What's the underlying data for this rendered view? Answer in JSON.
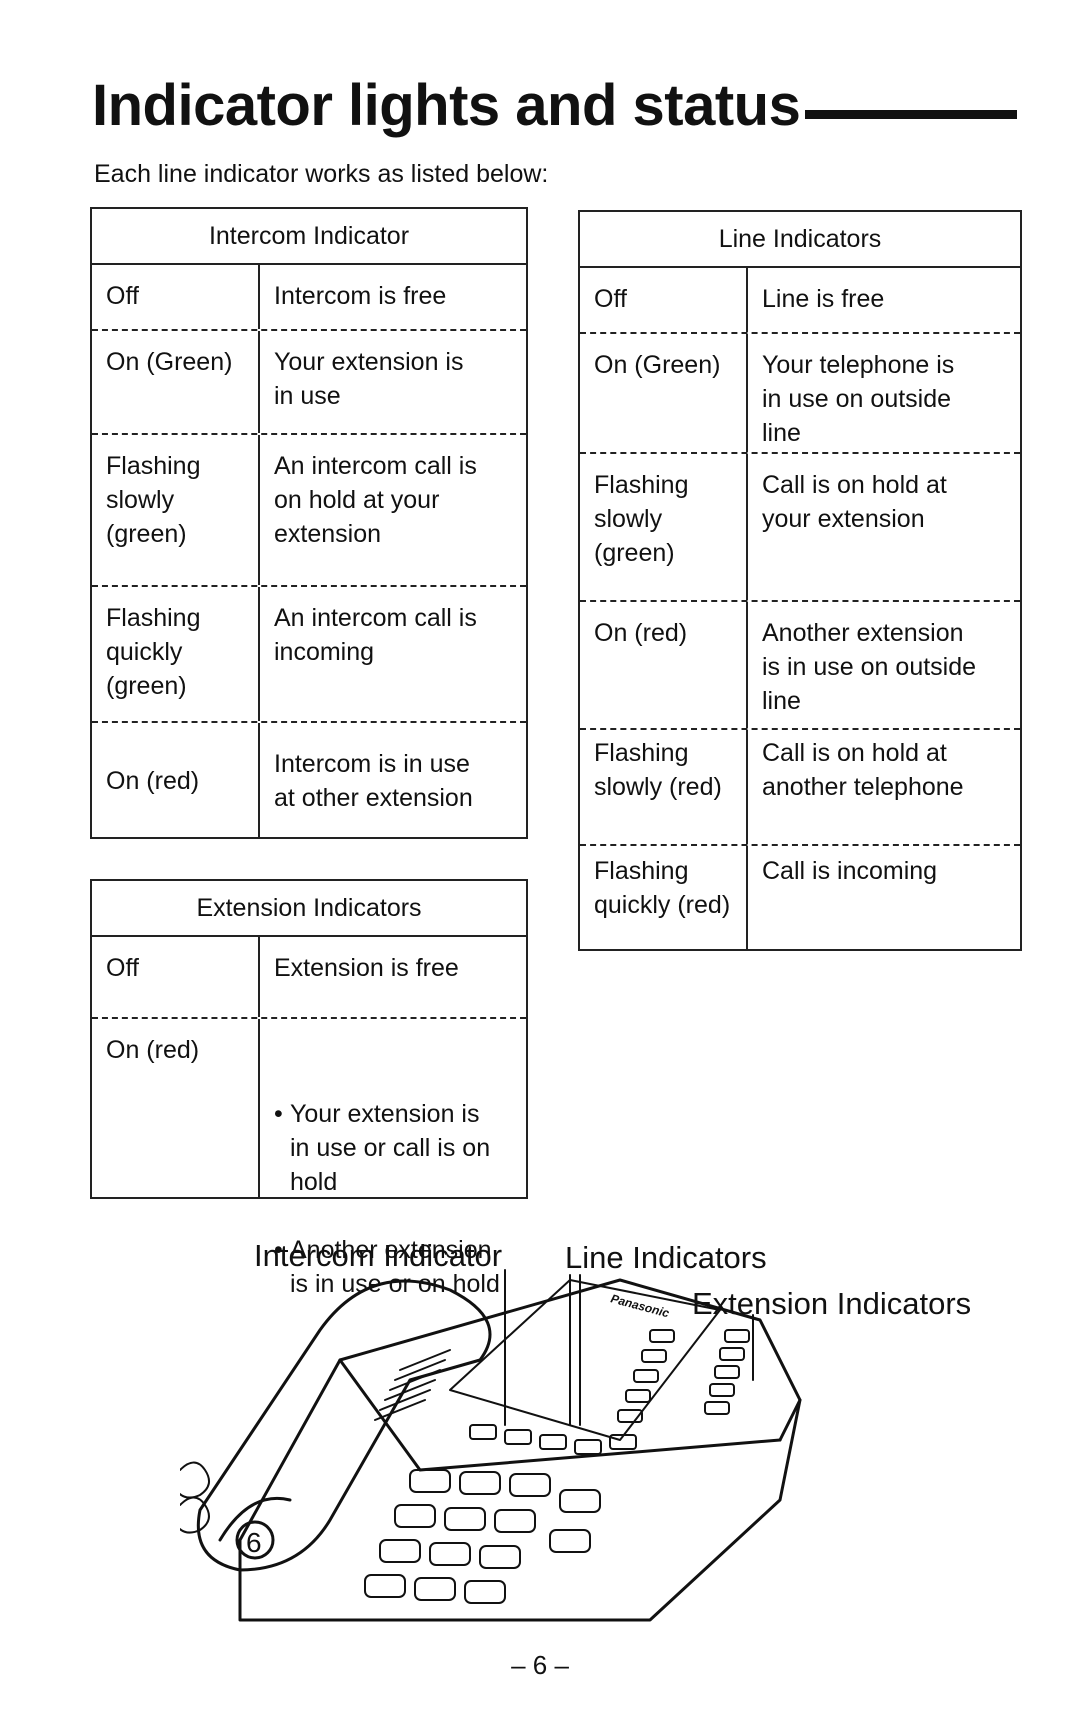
{
  "title": "Indicator lights and status",
  "intro": "Each line indicator works as listed below:",
  "intercom_table": {
    "header": "Intercom Indicator",
    "rows": [
      {
        "state": "Off",
        "meaning": "Intercom is free"
      },
      {
        "state": "On (Green)",
        "meaning": "Your extension is\nin use"
      },
      {
        "state": "Flashing\nslowly\n(green)",
        "meaning": "An intercom call is\non hold at your\nextension"
      },
      {
        "state": "Flashing\nquickly\n(green)",
        "meaning": "An intercom call is\nincoming"
      },
      {
        "state": "On (red)",
        "meaning": "Intercom is in use\nat other extension"
      }
    ]
  },
  "extension_table": {
    "header": "Extension Indicators",
    "rows": [
      {
        "state": "Off",
        "meaning": "Extension is free"
      },
      {
        "state": "On (red)",
        "bullets": [
          "Your extension is\nin use or call is on\nhold",
          "Another extension\nis in use or on hold"
        ]
      }
    ]
  },
  "line_table": {
    "header": "Line Indicators",
    "rows": [
      {
        "state": "Off",
        "meaning": "Line is free"
      },
      {
        "state": "On (Green)",
        "meaning": "Your telephone is\nin use on outside\nline"
      },
      {
        "state": "Flashing\nslowly\n(green)",
        "meaning": "Call is on hold at\nyour extension"
      },
      {
        "state": "On (red)",
        "meaning": "Another extension\nis in use on outside\nline"
      },
      {
        "state": "Flashing\nslowly (red)",
        "meaning": "Call is on hold at\nanother telephone"
      },
      {
        "state": "Flashing\nquickly (red)",
        "meaning": "Call is incoming"
      }
    ]
  },
  "diagram": {
    "label_intercom": "Intercom Indicator",
    "label_line": "Line Indicators",
    "label_extension": "Extension Indicators",
    "brand": "Panasonic",
    "keypad_digit": "6"
  },
  "page_number": "– 6 –"
}
